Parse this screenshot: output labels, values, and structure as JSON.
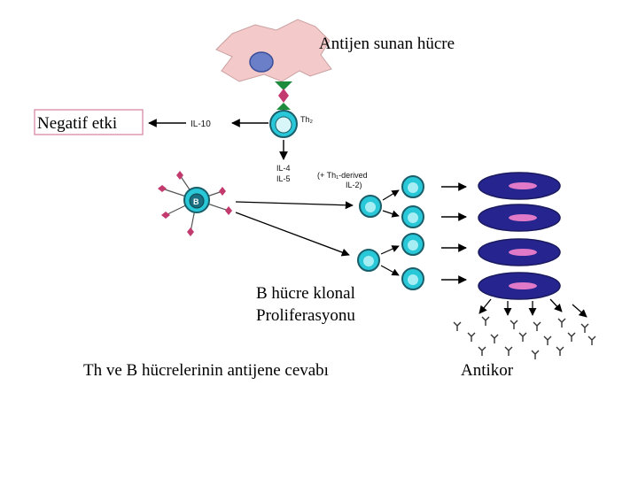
{
  "labels": {
    "antigen_presenting_cell": "Antijen sunan hücre",
    "negative_effect": "Negatif etki",
    "il10": "IL-10",
    "th2": "Th₂",
    "il4": "IL-4",
    "il5": "IL-5",
    "th1_derived_line1": "(+ Th₁-derived",
    "th1_derived_line2": "IL-2)",
    "b_cell": "B",
    "clonal_line1": "B hücre klonal",
    "clonal_line2": "Proliferasyonu",
    "caption": "Th ve B hücrelerinin antijene cevabı",
    "antibody": "Antikor"
  },
  "colors": {
    "apc_fill": "#f3c9c9",
    "apc_nucleus": "#6a7fc8",
    "green_receptor": "#1e8a3c",
    "red_receptor": "#c23a6e",
    "cyan_cell": "#28c8d8",
    "cell_outline": "#1a5e6a",
    "plasma_cell": "#26248f",
    "plasma_nucleus": "#e07ac8",
    "negative_box_border": "#d98aa8"
  }
}
